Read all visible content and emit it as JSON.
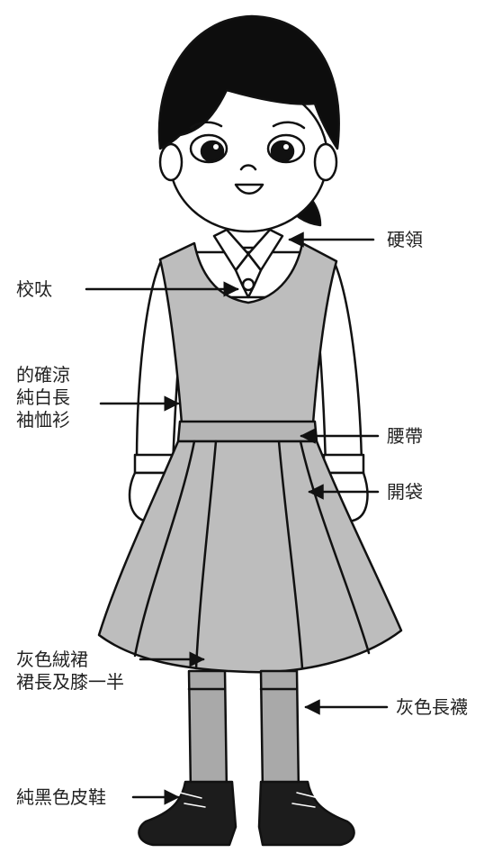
{
  "labels": {
    "collar": "硬領",
    "tie": "校呔",
    "shirt": [
      "的確涼",
      "純白長",
      "袖恤衫"
    ],
    "belt": "腰帶",
    "pleats": "開袋",
    "skirt": [
      "灰色絨裙",
      "裙長及膝一半"
    ],
    "socks": "灰色長襪",
    "shoes": "純黑色皮鞋"
  },
  "colors": {
    "outline": "#111111",
    "uniform_grey": "#bdbdbd",
    "sock_grey": "#a9a9a9",
    "hair": "#0d0d0d",
    "shirt": "#ffffff",
    "text": "#222222"
  }
}
